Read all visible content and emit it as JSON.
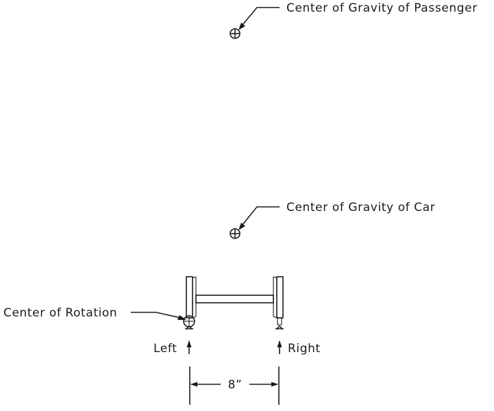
{
  "labels": {
    "cg_passenger": "Center of Gravity of Passenger",
    "cg_car": "Center of Gravity of Car",
    "center_of_rotation": "Center of Rotation",
    "left": "Left",
    "right": "Right",
    "dimension": "8”"
  },
  "colors": {
    "ink": "#1a1a1a",
    "background": "#ffffff"
  },
  "icons": {
    "center_of_gravity": "crossed-circle-icon",
    "wheel": "wheel-circle-icon",
    "force": "up-arrow-icon"
  }
}
